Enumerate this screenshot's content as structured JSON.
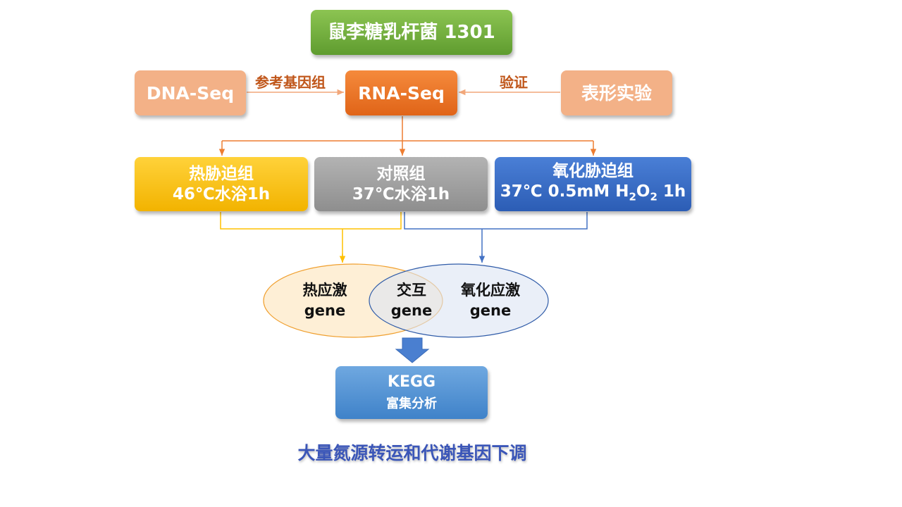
{
  "title": "鼠李糖乳杆菌 1301",
  "nodes": {
    "dna_seq": "DNA-Seq",
    "rna_seq": "RNA-Seq",
    "phenotype": "表形实验"
  },
  "edge_labels": {
    "reference_genome": "参考基因组",
    "validation": "验证"
  },
  "groups": {
    "heat": {
      "name": "热胁迫组",
      "condition": "46℃水浴1h"
    },
    "control": {
      "name": "对照组",
      "condition": "37℃水浴1h"
    },
    "oxidative": {
      "name": "氧化胁迫组",
      "condition_prefix": "37℃ 0.5mM H",
      "sub1": "2",
      "mid": "O",
      "sub2": "2",
      "suffix": " 1h"
    }
  },
  "venn": {
    "heat_line1": "热应激",
    "heat_line2": "gene",
    "inter_line1": "交互",
    "inter_line2": "gene",
    "ox_line1": "氧化应激",
    "ox_line2": "gene"
  },
  "kegg": {
    "title": "KEGG",
    "subtitle": "富集分析"
  },
  "footer": "大量氮源转运和代谢基因下调",
  "colors": {
    "title_green": "#6fae3b",
    "dna_peach": "#f3b187",
    "rna_orange": "#ed7424",
    "heat_yellow": "#ffc000",
    "control_gray": "#a5a5a5",
    "oxidative_blue": "#4472c4",
    "kegg_blue": "#5b9bd5",
    "arrow_orange": "#ed7d31",
    "footer_blue": "#3b56b8"
  }
}
